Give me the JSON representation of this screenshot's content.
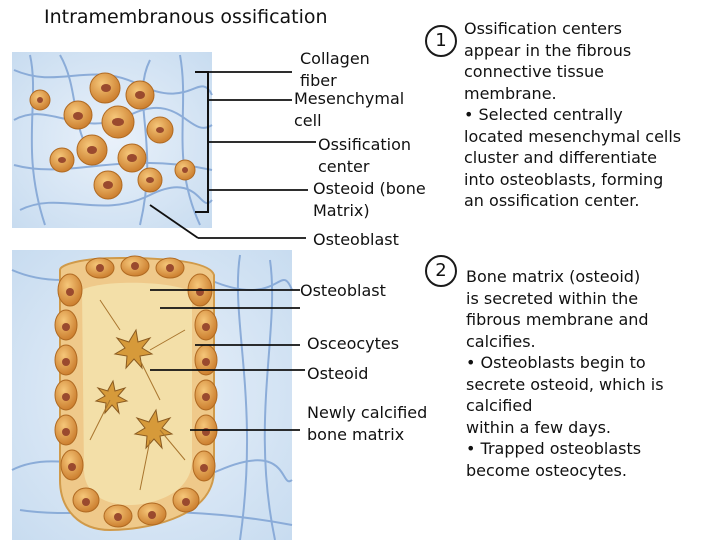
{
  "title": "Intramembranous ossification",
  "step1": {
    "number": "1",
    "labels": {
      "collagen_fiber": "Collagen\nfiber",
      "mesenchymal_cell": "Mesenchymal\ncell",
      "ossification_center": "Ossification\ncenter",
      "osteoid": "Osteoid (bone\nMatrix)",
      "osteoblast": "Osteoblast"
    },
    "description": "Ossification centers\nappear in the fibrous\nconnective tissue\nmembrane.\n• Selected centrally\nlocated mesenchymal cells\ncluster and differentiate\ninto osteoblasts, forming\nan ossification center."
  },
  "step2": {
    "number": "2",
    "labels": {
      "osteoblast": "Osteoblast",
      "osteocytes": "Osceocytes",
      "osteoid": "Osteoid",
      "newly_calcified": "Newly calcified\nbone matrix"
    },
    "description": "Bone matrix (osteoid)\nis secreted within the\nfibrous membrane and\ncalcifies.\n• Osteoblasts begin to\nsecrete osteoid, which is\ncalcified\n   within a few days.\n• Trapped osteoblasts\nbecome osteocytes."
  },
  "colors": {
    "background_tissue": "#d7e7f6",
    "fiber": "#7fa3d4",
    "osteoblast": "#e0a04a",
    "nucleus": "#9a4a2e",
    "osteoid": "#f3dfa8",
    "bone_matrix": "#efc98a"
  }
}
